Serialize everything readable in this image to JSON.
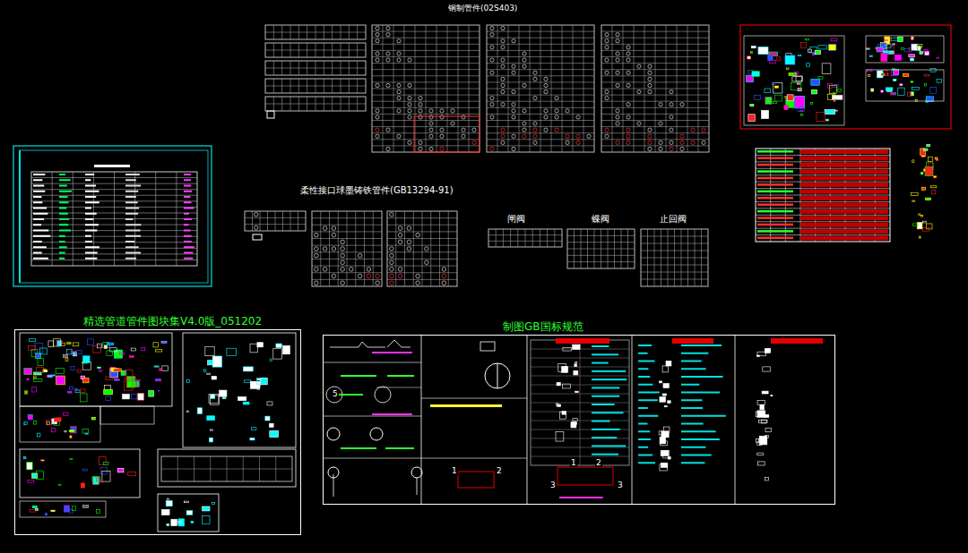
{
  "diagram": {
    "nodes": [
      {
        "text": [
          "钢制管件(02S403)"
        ]
      },
      {
        "text": [
          "柔性接口球墨铸铁管件(GB13294-91)"
        ]
      },
      {
        "text": [
          "闸阀"
        ]
      },
      {
        "text": [
          "蝶阀"
        ]
      },
      {
        "text": [
          "止回阀"
        ]
      },
      {
        "text": [
          "精选管道管件图块集V4.0版_051202"
        ]
      },
      {
        "text": [
          "制图GB国标规范"
        ]
      }
    ],
    "labels": [
      "5",
      "1",
      "2",
      "1",
      "2",
      "3",
      "3"
    ]
  }
}
